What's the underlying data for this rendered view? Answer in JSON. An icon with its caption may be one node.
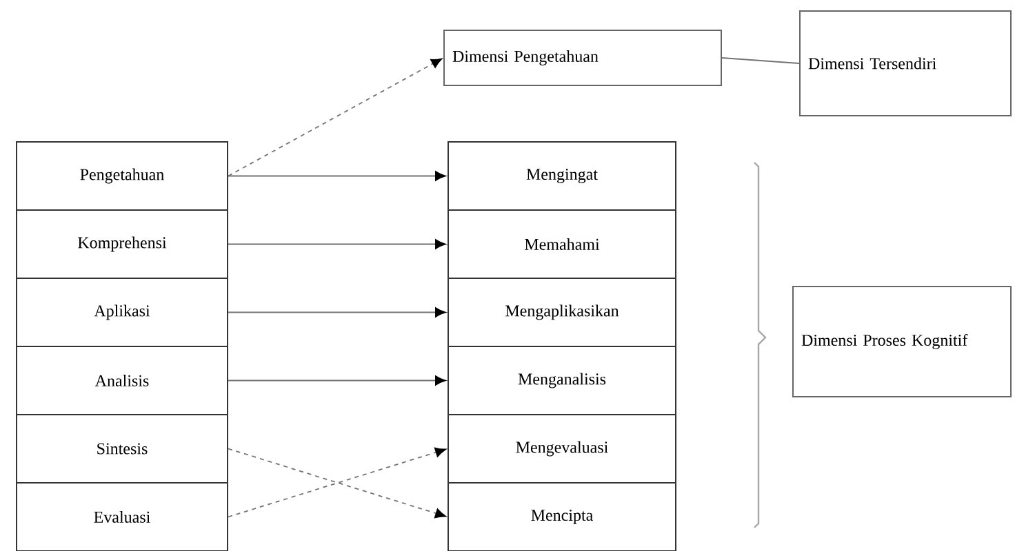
{
  "diagram": {
    "nodes": [
      {
        "text": [
          "Pengetahuan"
        ]
      },
      {
        "text": [
          "Komprehensi"
        ]
      },
      {
        "text": [
          "Aplikasi"
        ]
      },
      {
        "text": [
          "Analisis"
        ]
      },
      {
        "text": [
          "Sintesis"
        ]
      },
      {
        "text": [
          "Evaluasi"
        ]
      },
      {
        "text": [
          "Dimensi Pengetahuan"
        ]
      },
      {
        "text": [
          "Dimensi Tersendiri"
        ]
      },
      {
        "text": [
          "Mengingat"
        ]
      },
      {
        "text": [
          "Memahami"
        ]
      },
      {
        "text": [
          "Mengaplikasikan"
        ]
      },
      {
        "text": [
          "Menganalisis"
        ]
      },
      {
        "text": [
          "Mengevaluasi"
        ]
      },
      {
        "text": [
          "Mencipta"
        ]
      },
      {
        "text": [
          "Dimensi Proses Kognitif"
        ]
      }
    ],
    "edges": [
      {
        "from": 0,
        "to": 6,
        "arrow": "to",
        "style": "dashed"
      },
      {
        "from": 6,
        "to": 7,
        "arrow": "none"
      },
      {
        "from": 0,
        "to": 8,
        "arrow": "to"
      },
      {
        "from": 1,
        "to": 9,
        "arrow": "to"
      },
      {
        "from": 2,
        "to": 10,
        "arrow": "to"
      },
      {
        "from": 3,
        "to": 11,
        "arrow": "to"
      },
      {
        "from": 4,
        "to": 13,
        "arrow": "to",
        "style": "dashed"
      },
      {
        "from": 5,
        "to": 12,
        "arrow": "to",
        "style": "dashed"
      }
    ]
  }
}
